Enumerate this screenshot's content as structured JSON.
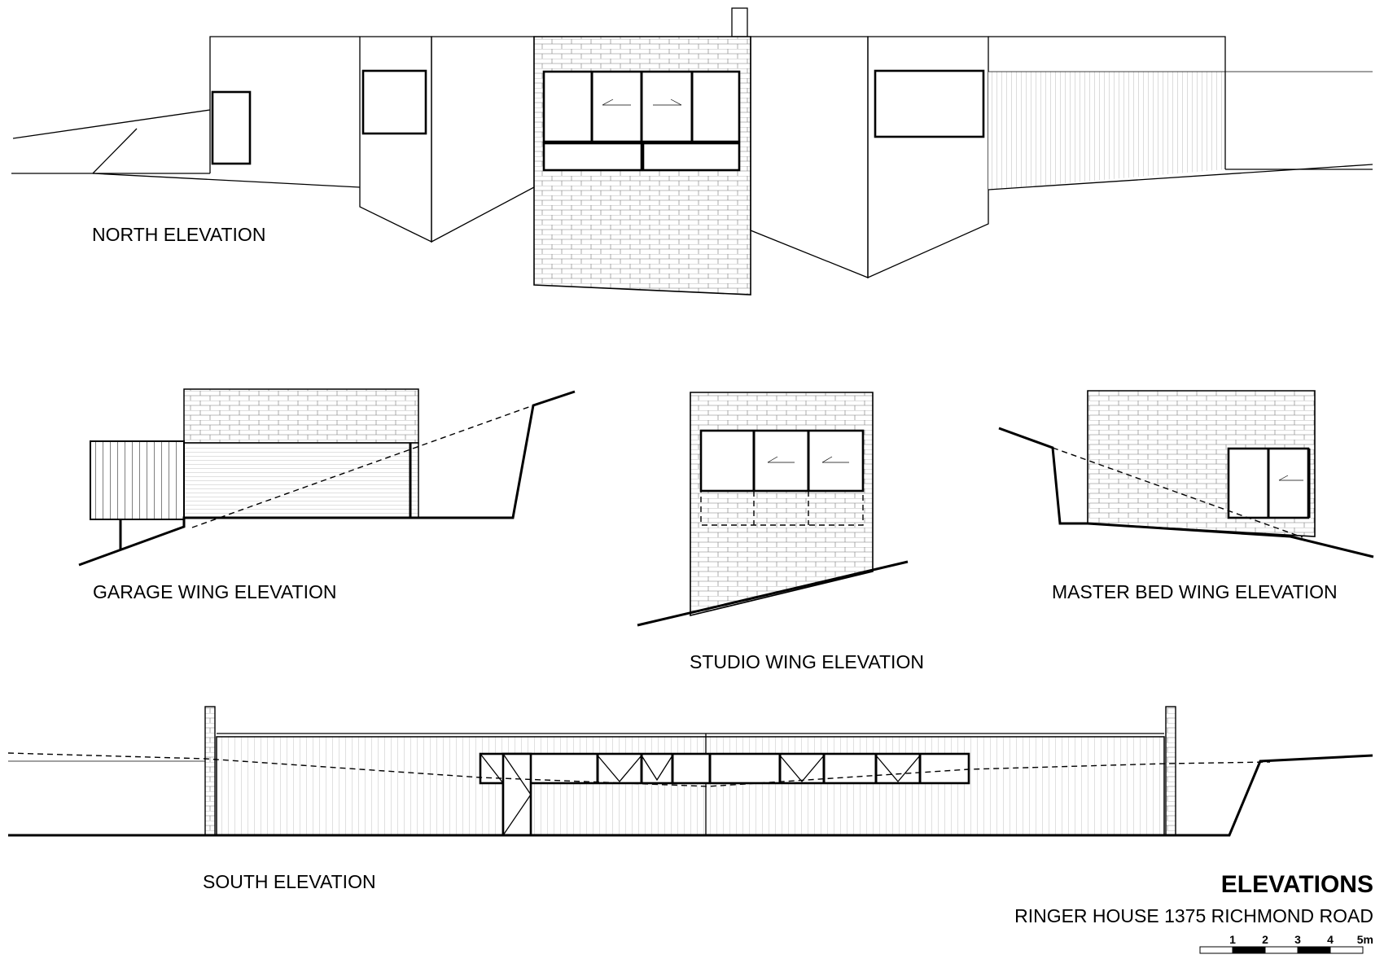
{
  "labels": {
    "north": "NORTH ELEVATION",
    "garage": "GARAGE WING ELEVATION",
    "studio": "STUDIO WING ELEVATION",
    "master": "MASTER BED WING ELEVATION",
    "south": "SOUTH ELEVATION"
  },
  "title_block": {
    "title": "ELEVATIONS",
    "subtitle": "RINGER HOUSE 1375 RICHMOND ROAD"
  },
  "scale_bar": {
    "ticks": [
      "1",
      "2",
      "3",
      "4",
      "5m"
    ]
  }
}
